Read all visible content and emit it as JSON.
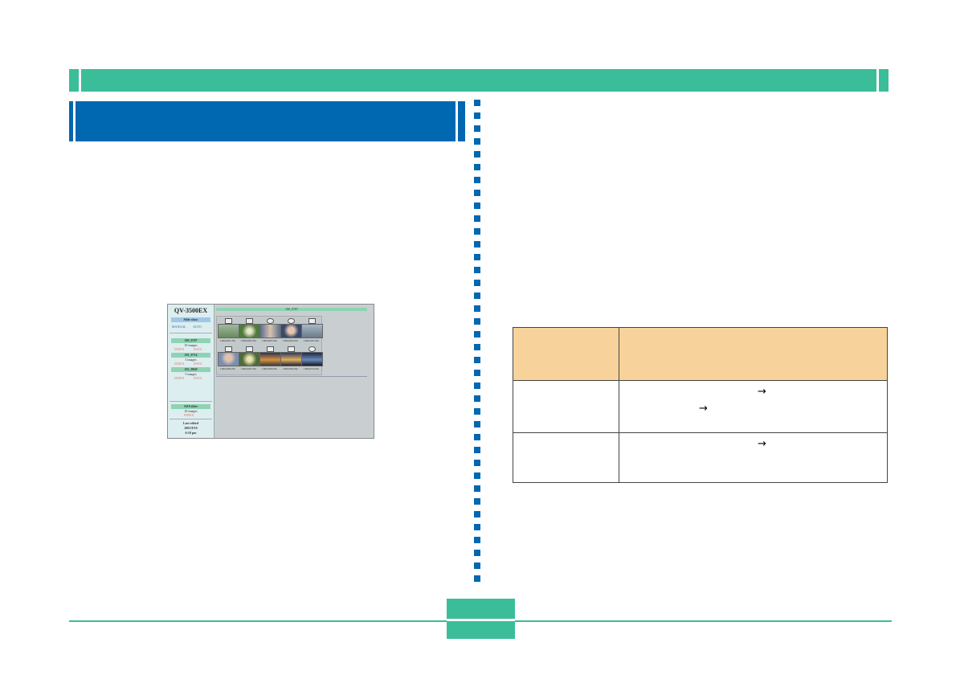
{
  "colors": {
    "accent_green": "#3bbd99",
    "heading_blue": "#0067b1",
    "table_header": "#f7d39b"
  },
  "screenshot": {
    "model_title": "QV-3500EX",
    "slide_show_label": "Slide show",
    "manual_link": "MANUAL",
    "auto_link": "AUTO",
    "folders": [
      {
        "name": "100_0707",
        "count": "10 images",
        "index_link": "INDEX",
        "data_link": "DATA"
      },
      {
        "name": "101_0714",
        "count": "3 images",
        "index_link": "INDEX",
        "data_link": "DATA"
      },
      {
        "name": "102_0820",
        "count": "5 images",
        "index_link": "INDEX",
        "data_link": "DATA"
      }
    ],
    "all_folder": {
      "name": "All Folder",
      "count": "18 images",
      "index_link": "INDEX"
    },
    "last_edited": {
      "label": "Last edited",
      "date": "2001/8/10",
      "time": "6:10 pm"
    },
    "folder_header": "100_0707",
    "thumbnails": [
      "CIMG0001.JPG",
      "CIMG0002.JPG",
      "CIMG0003.JPG",
      "CIMG0004.JPG",
      "CIMG0005.JPG",
      "CIMG0006.JPG",
      "CIMG0007.JPG",
      "CIMG0008.JPG",
      "CIMG0009.JPG",
      "CIMG0010.JPG"
    ]
  },
  "table": {
    "arrow_glyph": "→"
  }
}
